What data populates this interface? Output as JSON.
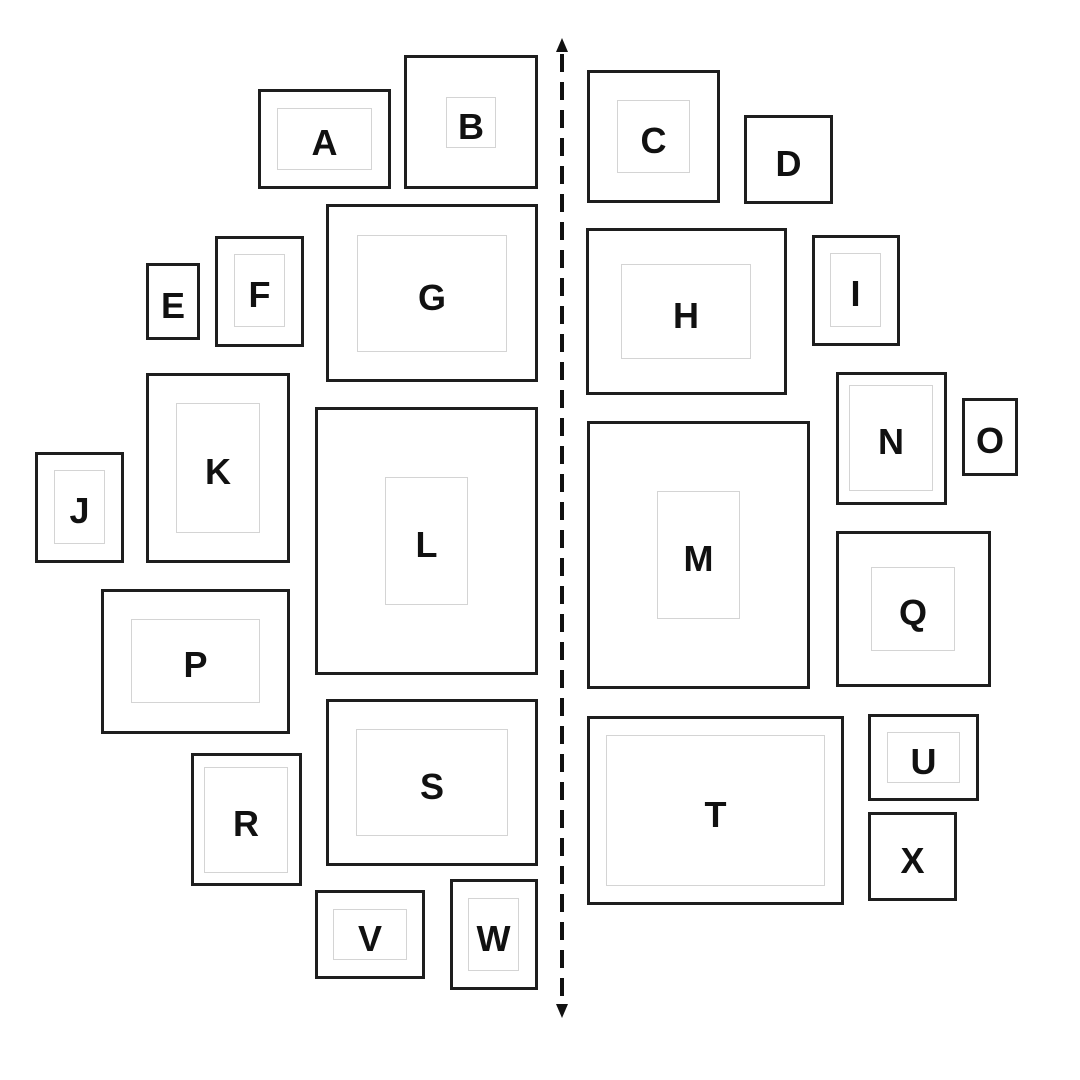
{
  "diagram": {
    "title_hidden": null,
    "frames": [
      {
        "label": "A"
      },
      {
        "label": "B"
      },
      {
        "label": "C"
      },
      {
        "label": "D"
      },
      {
        "label": "E"
      },
      {
        "label": "F"
      },
      {
        "label": "G"
      },
      {
        "label": "H"
      },
      {
        "label": "I"
      },
      {
        "label": "J"
      },
      {
        "label": "K"
      },
      {
        "label": "L"
      },
      {
        "label": "M"
      },
      {
        "label": "N"
      },
      {
        "label": "O"
      },
      {
        "label": "P"
      },
      {
        "label": "Q"
      },
      {
        "label": "R"
      },
      {
        "label": "S"
      },
      {
        "label": "T"
      },
      {
        "label": "U"
      },
      {
        "label": "V"
      },
      {
        "label": "W"
      },
      {
        "label": "X"
      }
    ],
    "colors": {
      "frame": "#1e1e1e",
      "mat": "#d4d4d4",
      "arrow": "#111111"
    }
  }
}
